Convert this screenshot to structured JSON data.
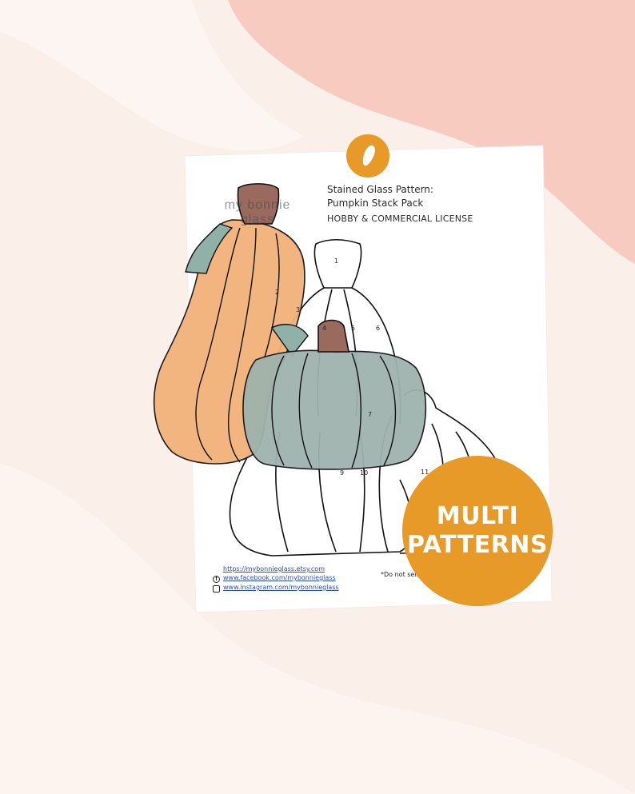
{
  "header": {
    "title_line1": "Stained Glass Pattern:",
    "title_line2": "Pumpkin Stack Pack",
    "license": "HOBBY & COMMERCIAL LICENSE"
  },
  "watermark": {
    "line1": "my bonnie",
    "line2": "glass"
  },
  "links": {
    "etsy": "https://mybonnieglass.etsy.com",
    "facebook": "www.facebook.com/mybonnieglass",
    "instagram": "www.instagram.com/mybonnieglass"
  },
  "footer_note": "*Do not sell o",
  "piece_numbers": [
    "1",
    "2",
    "3",
    "4",
    "5",
    "6",
    "7",
    "9",
    "10",
    "11"
  ],
  "badge": {
    "line1": "MULTI",
    "line2": "PATTERNS"
  },
  "colors": {
    "background": "#fbefe9",
    "blob": "#f7cbbf",
    "accent": "#e79a27",
    "squash": "#f2b27a",
    "pumpkin_green": "#9fb3ad",
    "stem": "#9a6a5e"
  },
  "icons": [
    "pin-icon",
    "facebook-icon",
    "instagram-icon"
  ]
}
